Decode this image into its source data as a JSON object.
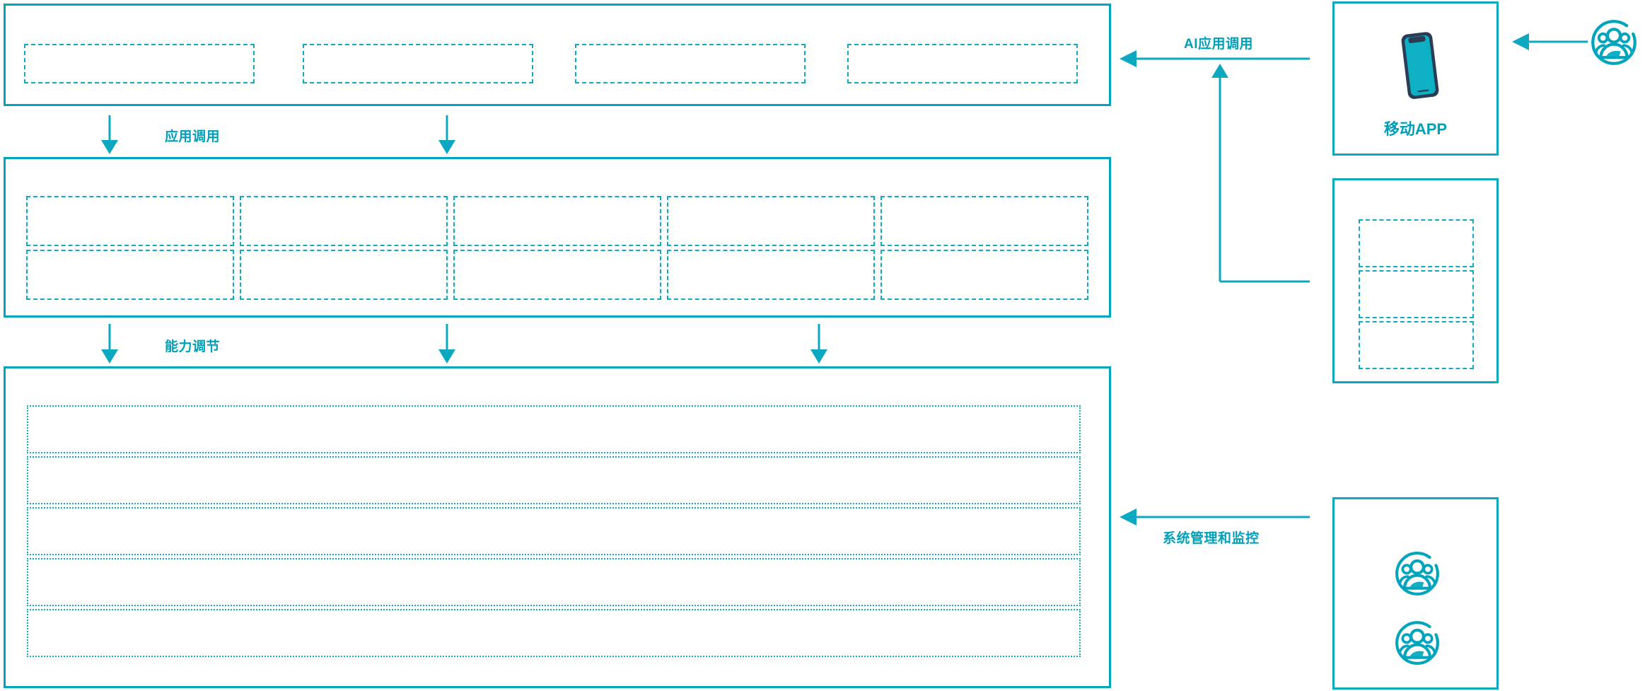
{
  "theme": {
    "accent": "#00a5bd",
    "accent_light": "#12a9c2",
    "phone_frame": "#2b3d55",
    "phone_screen": "#0eb0c4",
    "background": "#ffffff"
  },
  "layers": {
    "application_layer": {
      "name": "application-layer-panel",
      "slots": [
        {
          "name": "app-slot-1",
          "label": ""
        },
        {
          "name": "app-slot-2",
          "label": ""
        },
        {
          "name": "app-slot-3",
          "label": ""
        },
        {
          "name": "app-slot-4",
          "label": ""
        }
      ]
    },
    "capability_layer": {
      "name": "capability-layer-panel",
      "slots_row1": [
        {
          "name": "capability-slot-1-1",
          "label": ""
        },
        {
          "name": "capability-slot-1-2",
          "label": ""
        },
        {
          "name": "capability-slot-1-3",
          "label": ""
        },
        {
          "name": "capability-slot-1-4",
          "label": ""
        },
        {
          "name": "capability-slot-1-5",
          "label": ""
        }
      ],
      "slots_row2": [
        {
          "name": "capability-slot-2-1",
          "label": ""
        },
        {
          "name": "capability-slot-2-2",
          "label": ""
        },
        {
          "name": "capability-slot-2-3",
          "label": ""
        },
        {
          "name": "capability-slot-2-4",
          "label": ""
        },
        {
          "name": "capability-slot-2-5",
          "label": ""
        }
      ]
    },
    "infrastructure_layer": {
      "name": "infrastructure-layer-panel",
      "rows": [
        {
          "name": "infra-row-1",
          "label": ""
        },
        {
          "name": "infra-row-2",
          "label": ""
        },
        {
          "name": "infra-row-3",
          "label": ""
        },
        {
          "name": "infra-row-4",
          "label": ""
        },
        {
          "name": "infra-row-5",
          "label": ""
        }
      ]
    }
  },
  "connectors": {
    "app_call": {
      "label": "应用调用",
      "icon": "arrow-down-icon"
    },
    "capability_adjust": {
      "label": "能力调节",
      "icon": "arrow-down-icon"
    },
    "ai_app_call": {
      "label": "AI应用调用",
      "icon": "arrow-left-icon"
    },
    "system_management": {
      "label": "系统管理和监控",
      "icon": "arrow-left-icon"
    }
  },
  "right_column": {
    "mobile_app_card": {
      "name": "mobile-app-card",
      "caption": "移动APP",
      "icon": "smartphone-icon"
    },
    "channel_card": {
      "name": "channel-card",
      "slots": [
        {
          "name": "channel-slot-1",
          "label": ""
        },
        {
          "name": "channel-slot-2",
          "label": ""
        },
        {
          "name": "channel-slot-3",
          "label": ""
        }
      ]
    },
    "operators_card": {
      "name": "operators-card",
      "icons": [
        {
          "name": "user-group-icon-top"
        },
        {
          "name": "user-group-icon-bottom"
        }
      ]
    },
    "end_user": {
      "name": "end-user-actor",
      "icon": "user-group-icon"
    }
  }
}
